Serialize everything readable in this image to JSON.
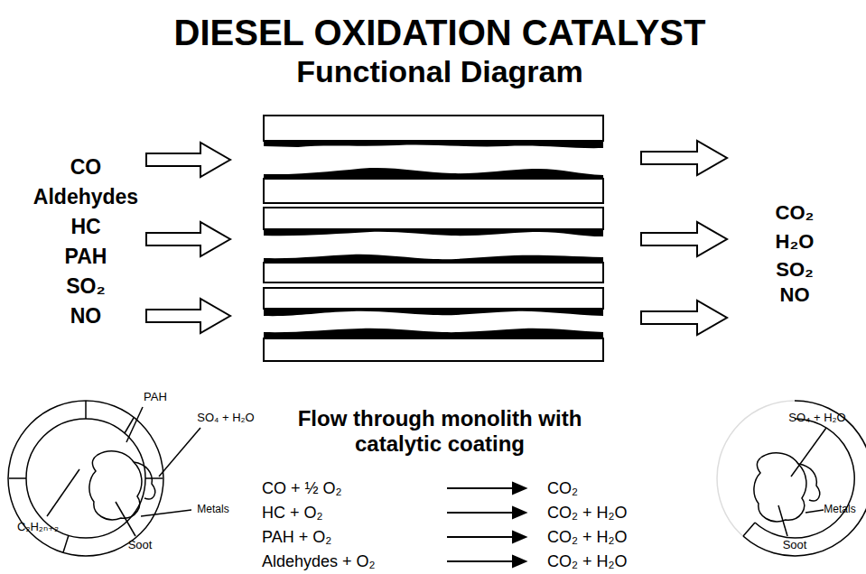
{
  "diagram": {
    "title": "DIESEL OXIDATION CATALYST",
    "labels": [
      "Functional Diagram",
      "CO",
      "Aldehydes",
      "HC",
      "PAH",
      "SO₂",
      "NO",
      "CO₂",
      "H₂O",
      "SO₂",
      "NO",
      "PAH",
      "SO₄ + H₂O",
      "C₂H₂ₙ₊₂",
      "Soot",
      "Metals",
      "Flow through monolith with catalytic coating",
      "CO + ½ O₂",
      "CO₂",
      "HC + O₂",
      "CO₂ + H₂O",
      "PAH + O₂",
      "CO₂ + H₂O",
      "Aldehydes + O₂",
      "CO₂ + H₂O",
      "SO₄ + H₂O",
      "Metals",
      "Soot"
    ]
  }
}
